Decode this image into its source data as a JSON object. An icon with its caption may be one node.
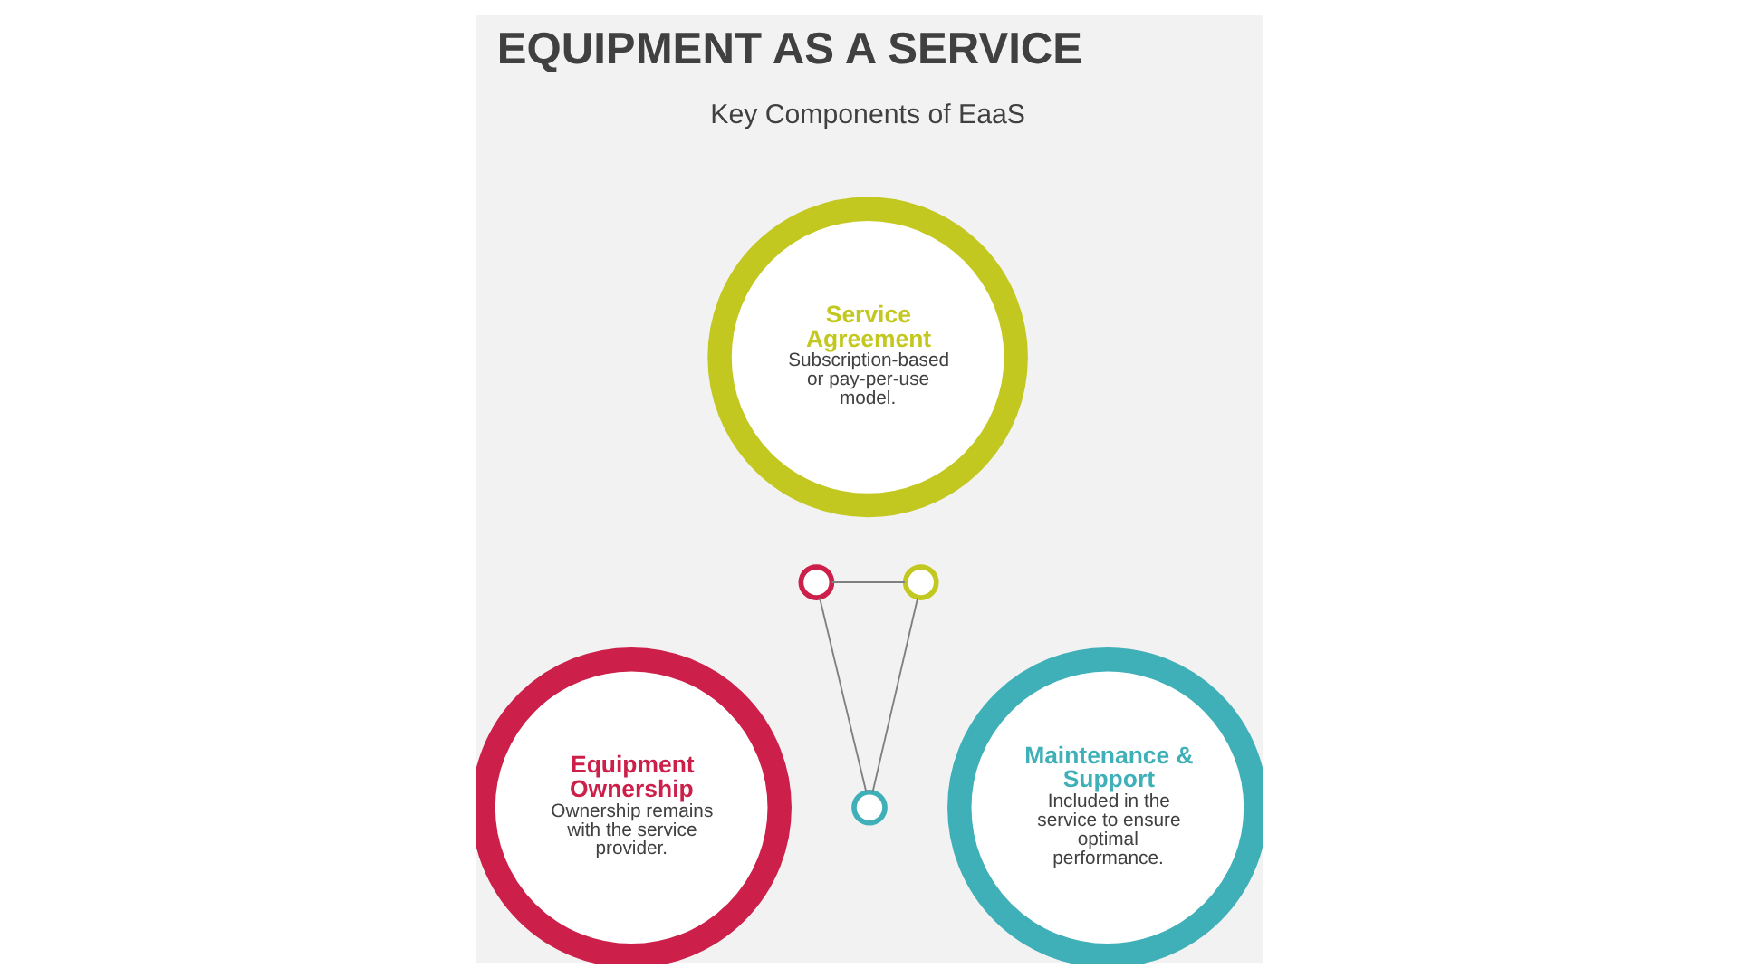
{
  "diagram": {
    "title": "EQUIPMENT AS A SERVICE",
    "nodes": [
      {
        "text": [
          "Service Agreement",
          "Subscription-based or pay-per-use model."
        ]
      },
      {
        "text": [],
        "shape": "circle"
      },
      {
        "text": [],
        "shape": "circle"
      },
      {
        "text": [
          "Equipment Ownership",
          "Ownership remains with the service provider."
        ]
      },
      {
        "text": [
          "Maintenance & Support",
          "Included in the service to ensure optimal performance."
        ]
      },
      {
        "text": [],
        "shape": "circle"
      }
    ],
    "edges": [
      {
        "from": 1,
        "to": 2,
        "arrow": "none"
      },
      {
        "from": 1,
        "to": 5,
        "arrow": "none"
      },
      {
        "from": 2,
        "to": 5,
        "arrow": "none"
      }
    ],
    "labels": [
      "Key Components of EaaS"
    ]
  }
}
